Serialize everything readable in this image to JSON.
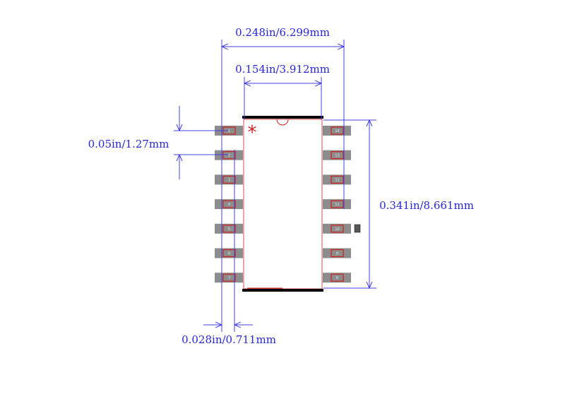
{
  "dimensions": {
    "total_width": "0.248in/6.299mm",
    "body_width": "0.154in/3.912mm",
    "pitch": "0.05in/1.27mm",
    "body_length": "0.341in/8.661mm",
    "pad_width": "0.028in/0.711mm"
  },
  "pin1_marker": "*",
  "left_pins": [
    "1",
    "2",
    "3",
    "4",
    "5",
    "6",
    "7"
  ],
  "right_pins": [
    "14",
    "13",
    "12",
    "11",
    "10",
    "9",
    "8"
  ],
  "colors": {
    "dimension": "#2727d6",
    "pad_fill": "#8c8c8c",
    "pad_outline": "#cc2020",
    "body_outline": "#cc2020",
    "silkscreen": "#000000",
    "pin1_marker": "#cc2020"
  }
}
